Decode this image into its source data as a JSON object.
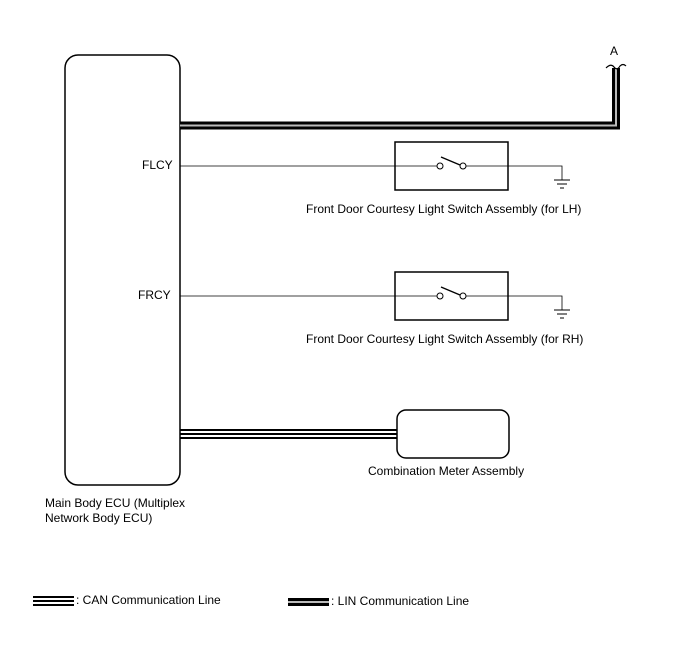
{
  "connector_label": "A",
  "ecu": {
    "name_line1": "Main Body ECU (Multiplex",
    "name_line2": "Network Body ECU)"
  },
  "pins": {
    "flcy": "FLCY",
    "frcy": "FRCY"
  },
  "components": {
    "lh_switch": "Front Door Courtesy Light Switch Assembly (for LH)",
    "rh_switch": "Front Door Courtesy Light Switch Assembly (for RH)",
    "meter": "Combination Meter Assembly"
  },
  "legend": {
    "can": ": CAN Communication Line",
    "lin": ": LIN Communication Line"
  }
}
